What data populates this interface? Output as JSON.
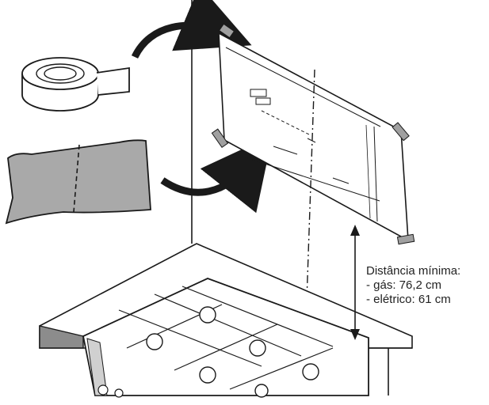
{
  "figure": {
    "kind": "installation-illustration",
    "subject": "template-taped-to-wall-above-cooktop",
    "colors": {
      "line": "#1a1a1a",
      "paper_fill": "#a9a9a9",
      "countertop_fill": "#8c8c8c",
      "background": "#ffffff"
    }
  },
  "distance_annotation": {
    "title": "Distância mínima:",
    "gas": "- gás:  76,2 cm",
    "electric": "- elétrico: 61 cm"
  }
}
